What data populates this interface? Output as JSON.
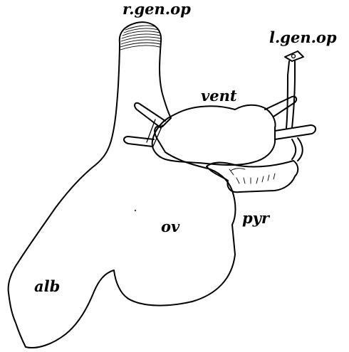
{
  "labels": {
    "r_gen_op": "r.gen.op",
    "l_gen_op": "l.gen.op",
    "vent": "vent",
    "pyr": "pyr",
    "ov": "ov",
    "alb": "alb"
  },
  "colors": {
    "ink": "#000000",
    "paper": "#ffffff"
  }
}
